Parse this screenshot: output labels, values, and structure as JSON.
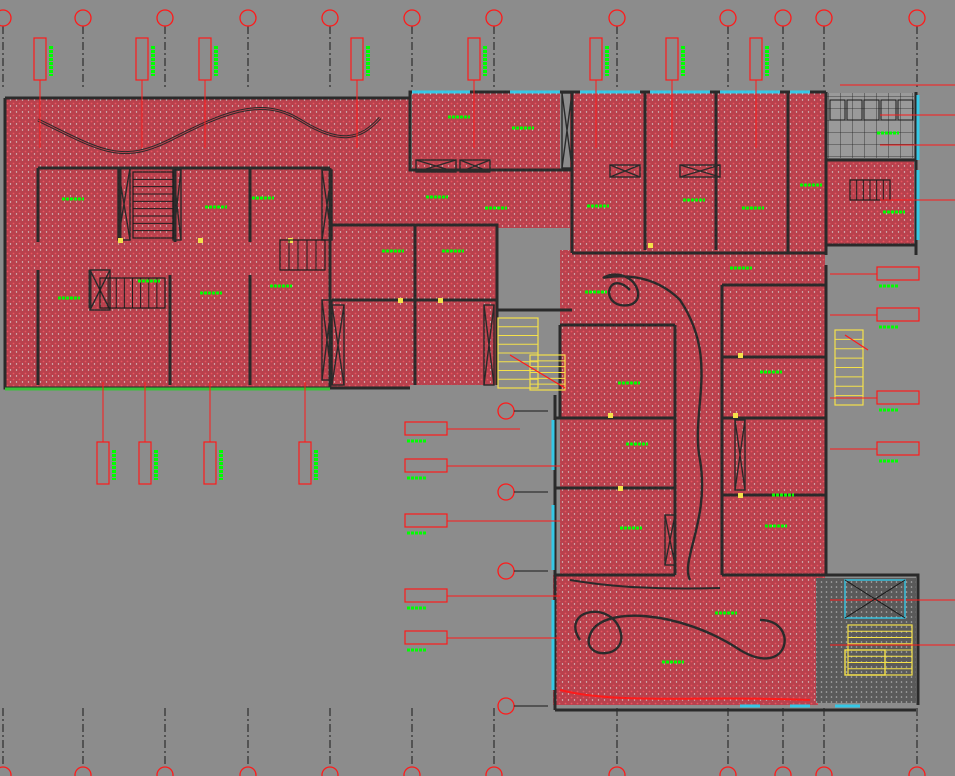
{
  "canvas": {
    "background": "#8c8c8c"
  },
  "colors": {
    "wall": "#2a2a2a",
    "floor_fill": "#b9414d",
    "floor_speckle": "#e85560",
    "annotation": "#ff1a1a",
    "text": "#00ff00",
    "window": "#35c8e6",
    "stair": "#f5e14a",
    "tile_floor": "#8a8a8a",
    "axis_bubble": "#ff1a1a"
  },
  "icons": {
    "axis_bubble": "circle-outline",
    "elevator": "box-with-cross",
    "stair": "parallel-hatch"
  },
  "drawing": {
    "title": "",
    "note": ""
  }
}
